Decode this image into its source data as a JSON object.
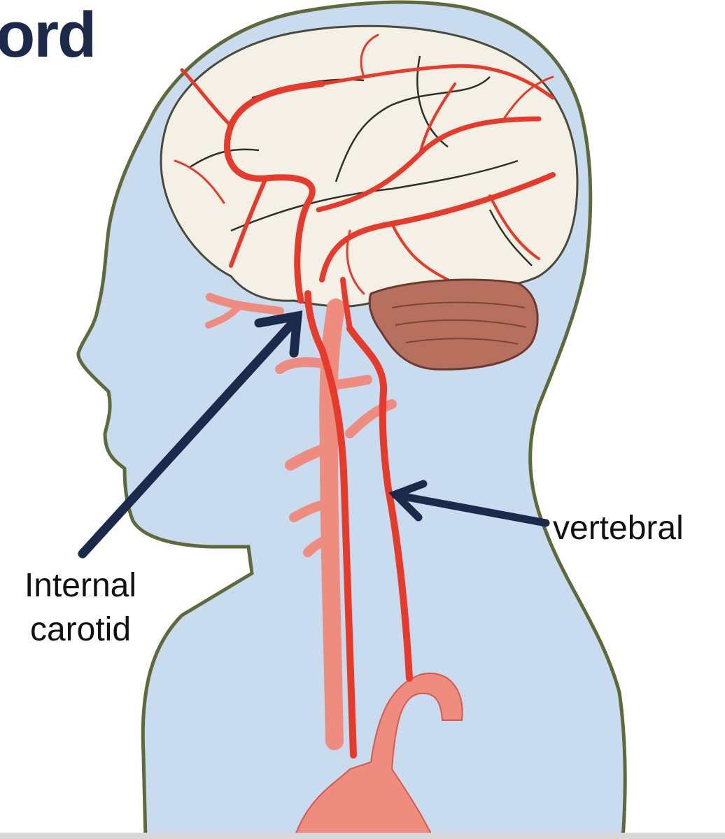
{
  "title_fragment": "ord",
  "labels": {
    "internal_carotid_line1": "Internal",
    "internal_carotid_line2": "carotid",
    "vertebral": "vertebral"
  },
  "icons": {
    "arrow_internal_carotid": "arrow-icon",
    "arrow_vertebral": "arrow-icon"
  },
  "colors": {
    "title": "#1b2a4a",
    "arrow": "#1b2a4a",
    "silhouette_fill": "#c9dcef",
    "silhouette_outline": "#5d6a3b",
    "artery": "#e63a2a",
    "artery_light": "#ef8c80",
    "brain_fill": "#f4f0e6",
    "cerebellum": "#b8705e"
  }
}
